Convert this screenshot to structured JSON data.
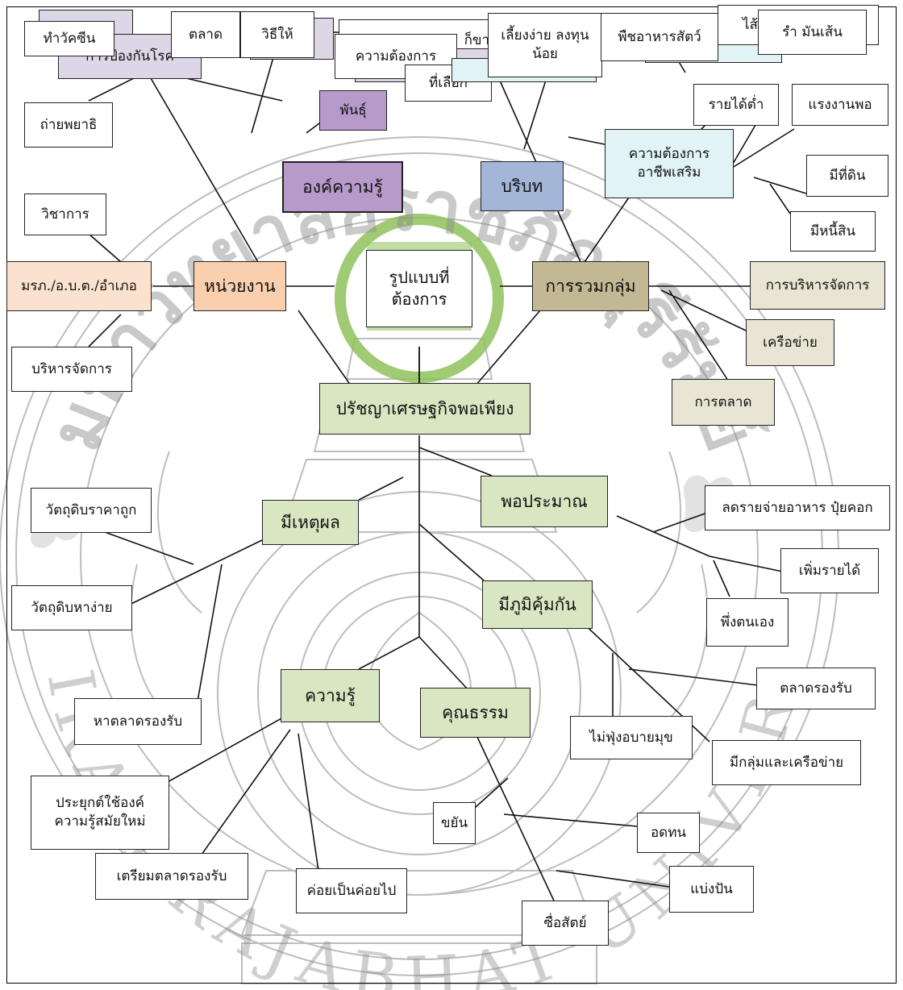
{
  "colors": {
    "purple_box": "#b79ac9",
    "lavender_box": "#ddd6e6",
    "blue_box": "#a4b6d8",
    "aqua_box": "#e2f3f6",
    "peach_box": "#f9cfae",
    "olive_box": "#c2b893",
    "khaki_box": "#e9e5d4",
    "green_box": "#d9e6c2",
    "watermark": "#9a9a9a",
    "seal_green": "#8fc15a"
  },
  "seal": {
    "top_text": "มหาวิทยาลัยราชภัฏบุรีรัมย์",
    "bottom_text": "BURIRAM RAJABHAT UNIVERSITY"
  },
  "nodes": {
    "center": "รูปแบบที่ ต้องการ",
    "philosophy": "ปรัชญาเศรษฐกิจพอเพียง",
    "knowledge_body": "องค์ความรู้",
    "context": "บริบท",
    "need_job": "ความต้องการ อาชีพเสริม",
    "agency": "หน่วยงาน",
    "grouping": "การรวมกลุ่ม",
    "reasonable": "มีเหตุผล",
    "moderation": "พอประมาณ",
    "immunity": "มีภูมิคุ้มกัน",
    "knowledge": "ความรู้",
    "morality": "คุณธรรม",
    "breed": "พันธุ์",
    "vaccinate": "ทำวัคซีน",
    "disease_prevention": "การป้องกันโรค",
    "market_top": "ตลาด",
    "feeding_method": "วิธีให้",
    "need": "ความต้องการ",
    "selling_fragment": "ก็ขาย",
    "easy_raise": "เลี้ยงง่าย ลงทุนน้อย",
    "choice_fragment": "ที่เลือก",
    "animal_feed": "พืชอาหารสัตว์",
    "eggs_fragment": "ไส้",
    "cassava": "รำ มันเส้น",
    "deworm": "ถ่ายพยาธิ",
    "low_income": "รายได้ต่ำ",
    "enough_labor": "แรงงานพอ",
    "have_land": "มีที่ดิน",
    "have_debt": "มีหนี้สิน",
    "academic": "วิชาการ",
    "org_names": "มรภ./อ.บ.ต./อำเภอ",
    "admin_left": "บริหารจัดการ",
    "management": "การบริหารจัดการ",
    "network": "เครือข่าย",
    "marketing": "การตลาด",
    "cheap_material": "วัตถุดิบราคาถูก",
    "easy_material": "วัตถุดิบหาง่าย",
    "find_market": "หาตลาดรองรับ",
    "apply_knowledge": "ประยุกต์ใช้องค์ ความรู้สมัยใหม่",
    "prepare_market": "เตรียมตลาดรองรับ",
    "step_by_step": "ค่อยเป็นค่อยไป",
    "diligent": "ขยัน",
    "patience": "อดทน",
    "honest": "ซื่อสัตย์",
    "share": "แบ่งปัน",
    "reduce_cost": "ลดรายจ่ายอาหาร ปุ๋ยคอก",
    "increase_income": "เพิ่มรายได้",
    "self_reliance": "พึ่งตนเอง",
    "market_support": "ตลาดรองรับ",
    "no_luxury": "ไม่ฟุ่งอบายมุข",
    "group_network": "มีกลุ่มและเครือข่าย"
  }
}
